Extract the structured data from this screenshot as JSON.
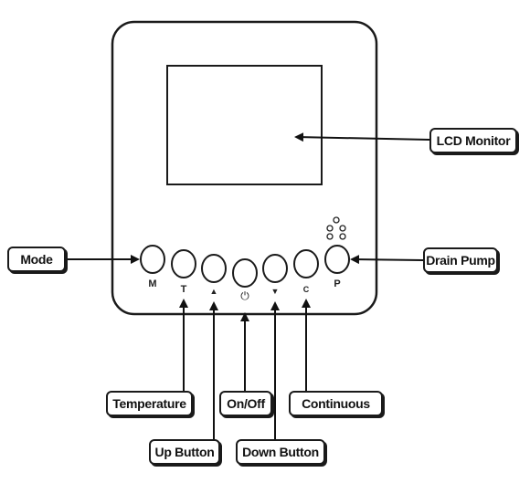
{
  "callouts": {
    "lcd_monitor": "LCD Monitor",
    "mode": "Mode",
    "drain_pump": "Drain Pump",
    "temperature": "Temperature",
    "on_off": "On/Off",
    "continuous": "Continuous",
    "up_button": "Up Button",
    "down_button": "Down Button"
  },
  "buttons": {
    "mode": "M",
    "temperature": "T",
    "up": "▲",
    "power": "⏻",
    "down": "▼",
    "continuous": "C",
    "pump": "P"
  }
}
